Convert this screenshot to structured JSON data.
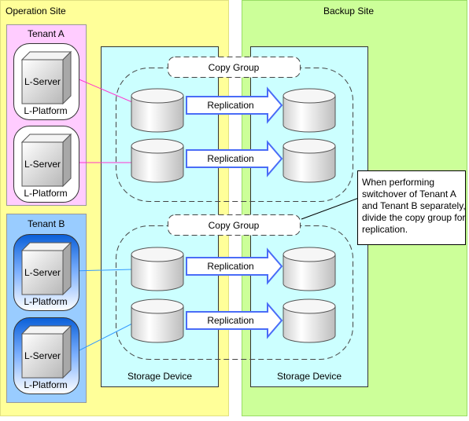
{
  "operation_site": {
    "label": "Operation Site"
  },
  "backup_site": {
    "label": "Backup Site"
  },
  "tenant_a": {
    "label": "Tenant A",
    "platforms": [
      {
        "server_label": "L-Server",
        "platform_label": "L-Platform"
      },
      {
        "server_label": "L-Server",
        "platform_label": "L-Platform"
      }
    ]
  },
  "tenant_b": {
    "label": "Tenant B",
    "platforms": [
      {
        "server_label": "L-Server",
        "platform_label": "L-Platform"
      },
      {
        "server_label": "L-Server",
        "platform_label": "L-Platform"
      }
    ]
  },
  "storage": {
    "operation_label": "Storage Device",
    "backup_label": "Storage Device"
  },
  "copy_groups": [
    {
      "label": "Copy Group",
      "replications": [
        "Replication",
        "Replication"
      ]
    },
    {
      "label": "Copy Group",
      "replications": [
        "Replication",
        "Replication"
      ]
    }
  ],
  "callout": {
    "lines": [
      "When performing",
      "switchover of Tenant A",
      "and Tenant B separately,",
      "divide the copy group for",
      "replication."
    ]
  },
  "colors": {
    "operation_site_bg": "#ffff99",
    "backup_site_bg": "#ccff99",
    "tenant_a_bg": "#ffccff",
    "tenant_b_bg": "#99ccff",
    "storage_bg": "#ccffff",
    "replication_arrow": "#4a6cf7",
    "tenant_a_link": "#ff33cc",
    "tenant_b_link": "#3399ff"
  }
}
